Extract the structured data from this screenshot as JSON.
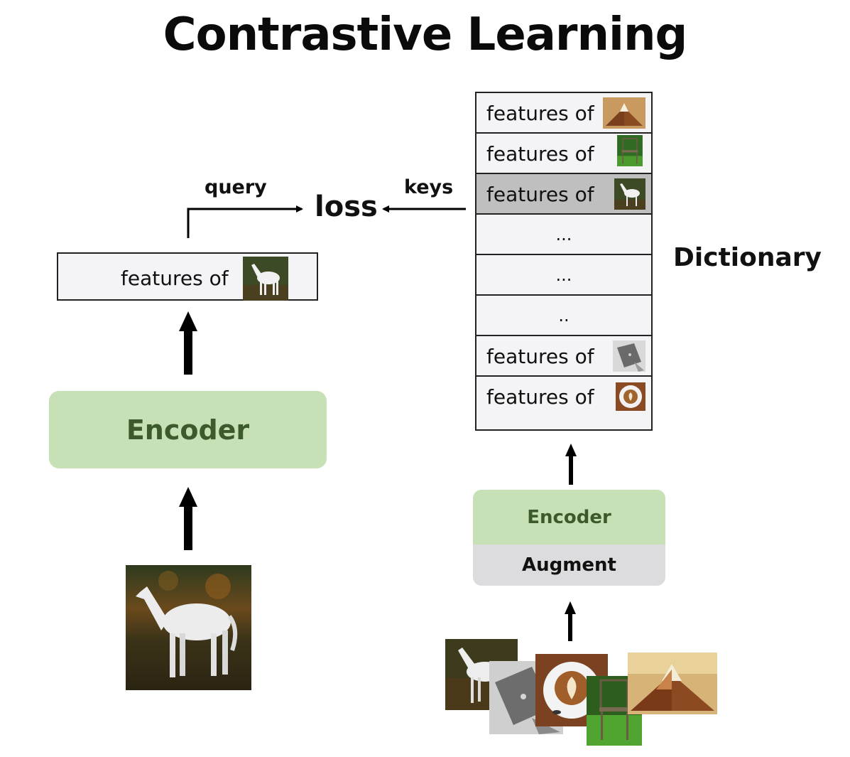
{
  "title": "Contrastive Learning",
  "labels": {
    "query": "query",
    "keys": "keys",
    "loss": "loss",
    "dictionary": "Dictionary"
  },
  "query_features": {
    "text": "features of",
    "image": "horse"
  },
  "encoder_left": "Encoder",
  "encoder_right": "Encoder",
  "augment": "Augment",
  "dictionary_rows": [
    {
      "text": "features of",
      "image": "book",
      "highlighted": false
    },
    {
      "text": "features of",
      "image": "chair",
      "highlighted": false
    },
    {
      "text": "features of",
      "image": "horse",
      "highlighted": true
    },
    {
      "text": "...",
      "image": "",
      "highlighted": false
    },
    {
      "text": "...",
      "image": "",
      "highlighted": false
    },
    {
      "text": "..",
      "image": "",
      "highlighted": false
    },
    {
      "text": "features of",
      "image": "laptop",
      "highlighted": false
    },
    {
      "text": "features of",
      "image": "coffee",
      "highlighted": false
    }
  ],
  "input_image": "horse",
  "key_images": [
    "horse",
    "laptop",
    "coffee",
    "chair",
    "book"
  ],
  "colors": {
    "encoder_fill": "#c7e0b6",
    "encoder_text": "#3c5a2c",
    "augment_fill": "#dcdcde",
    "box_fill": "#f4f3f6",
    "highlight_fill": "#c0bfc0"
  }
}
